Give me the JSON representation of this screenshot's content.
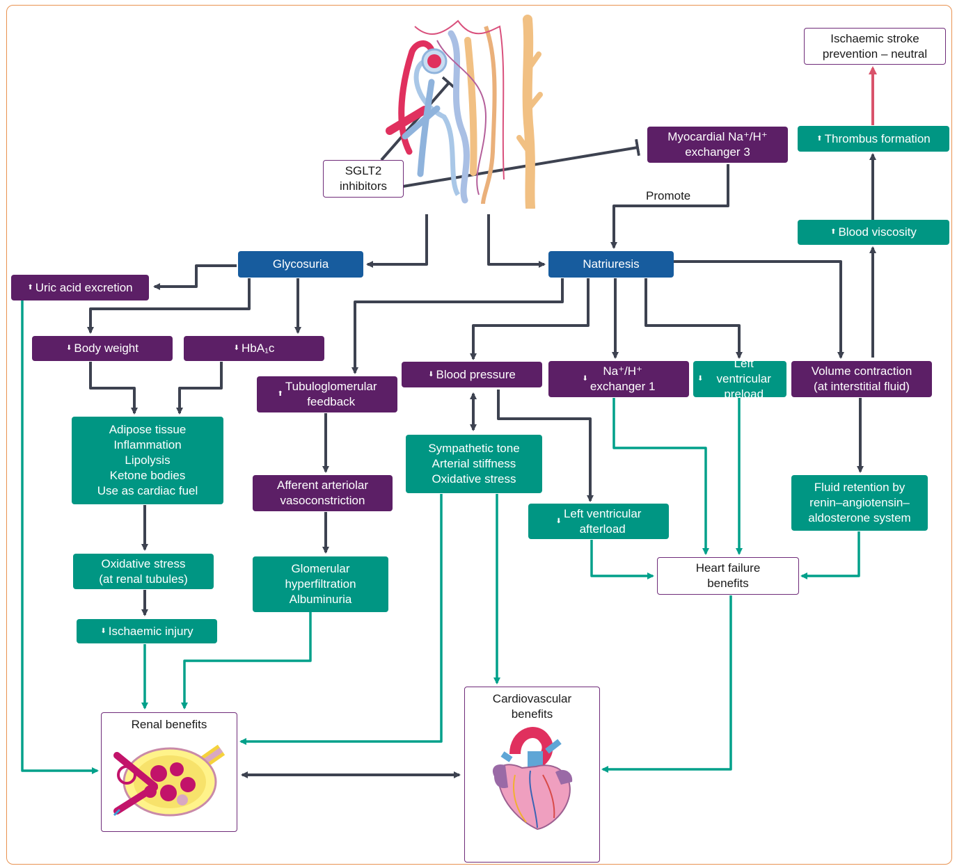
{
  "colors": {
    "purple": "#5c1f66",
    "blue": "#175c9e",
    "teal": "#009683",
    "arrow_dark": "#3d4250",
    "arrow_teal": "#00a08a",
    "arrow_red": "#d9536b",
    "frame": "#e8914f"
  },
  "icons": {
    "nephron": "nephron-illustration",
    "kidney": "glomerulus-illustration",
    "heart": "heart-illustration"
  },
  "nodes": {
    "sglt2": "SGLT2\ninhibitors",
    "stroke": "Ischaemic stroke\nprevention – neutral",
    "nhe3": "Myocardial Na⁺/H⁺\nexchanger 3",
    "thrombus": "Thrombus formation",
    "promote": "Promote",
    "viscosity": "Blood viscosity",
    "glycosuria": "Glycosuria",
    "natriuresis": "Natriuresis",
    "uric": "Uric acid excretion",
    "body_weight": "Body weight",
    "hba1c": "HbA₁c",
    "tubulo": "Tubuloglomerular\nfeedback",
    "bp": "Blood pressure",
    "nhe1": "Na⁺/H⁺\nexchanger 1",
    "lv_preload": "Left ventricular\npreload",
    "volume": "Volume contraction\n(at interstitial fluid)",
    "adipose": "Adipose tissue\nInflammation\nLipolysis\nKetone bodies\nUse as cardiac fuel",
    "afferent": "Afferent arteriolar\nvasoconstriction",
    "sympathetic": "Sympathetic tone\nArterial stiffness\nOxidative stress",
    "lv_afterload": "Left ventricular\nafterload",
    "fluid": "Fluid retention by\nrenin–angiotensin–\naldosterone system",
    "oxidative": "Oxidative stress\n(at renal tubules)",
    "glomerular": "Glomerular\nhyperfiltration\nAlbuminuria",
    "heart_failure": "Heart failure\nbenefits",
    "ischaemic": "Ischaemic injury",
    "cv": "Cardiovascular\nbenefits",
    "renal": "Renal benefits"
  },
  "arrows": {
    "up": "⬆",
    "down": "⬇"
  }
}
